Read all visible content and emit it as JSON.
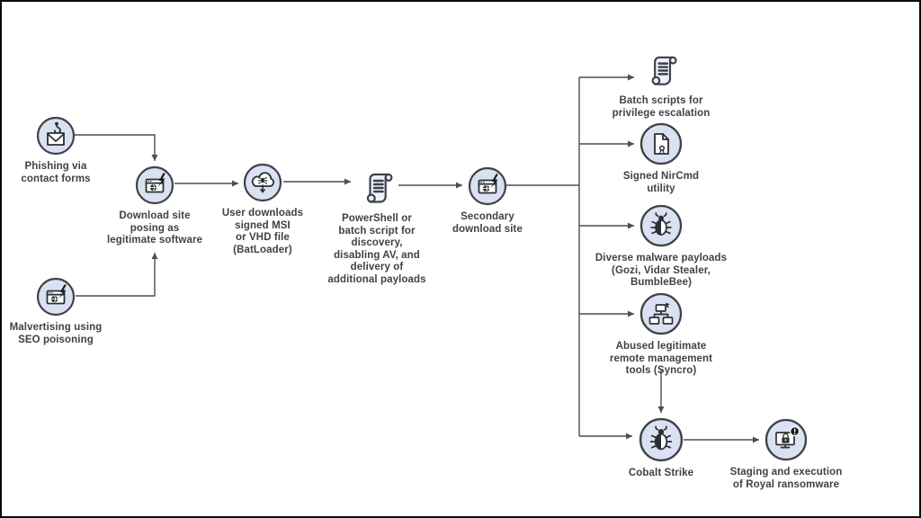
{
  "diagram_type": "attack-chain-flow",
  "colors": {
    "background": "#ffffff",
    "node_fill": "#d9e1f2",
    "node_stroke": "#3f4245",
    "icon_ink": "#2c2e33",
    "connector": "#4c4e53",
    "text": "#3f4247",
    "alert_badge": "#1a1a1a"
  },
  "nodes": [
    {
      "id": "phishing",
      "icon": "envelope-hook-icon",
      "label": "Phishing via\ncontact forms"
    },
    {
      "id": "malvertising",
      "icon": "browser-bolt-icon",
      "label": "Malvertising using\nSEO poisoning"
    },
    {
      "id": "download-site",
      "icon": "browser-bolt-icon",
      "label": "Download site\nposing as\nlegitimate software"
    },
    {
      "id": "batloader",
      "icon": "cloud-download-bug-icon",
      "label": "User downloads\nsigned MSI\nor VHD file\n(BatLoader)"
    },
    {
      "id": "powershell-script",
      "icon": "script-scroll-icon",
      "label": "PowerShell or\nbatch script for\ndiscovery,\ndisabling AV, and\ndelivery of\nadditional payloads"
    },
    {
      "id": "secondary-download-site",
      "icon": "browser-bolt-icon",
      "label": "Secondary\ndownload site"
    },
    {
      "id": "batch-scripts",
      "icon": "script-scroll-icon",
      "label": "Batch scripts for\nprivilege escalation"
    },
    {
      "id": "nircmd",
      "icon": "signed-document-icon",
      "label": "Signed NirCmd\nutility"
    },
    {
      "id": "malware-payloads",
      "icon": "bug-icon",
      "label": "Diverse malware payloads\n(Gozi, Vidar Stealer,\nBumbleBee)"
    },
    {
      "id": "syncro",
      "icon": "remote-management-icon",
      "label": "Abused legitimate\nremote management\ntools (Syncro)"
    },
    {
      "id": "cobalt-strike",
      "icon": "bug-icon",
      "label": "Cobalt Strike"
    },
    {
      "id": "royal-ransomware",
      "icon": "locked-computer-alert-icon",
      "label": "Staging and execution\nof Royal ransomware"
    }
  ],
  "edges": [
    {
      "from": "phishing",
      "to": "download-site"
    },
    {
      "from": "malvertising",
      "to": "download-site"
    },
    {
      "from": "download-site",
      "to": "batloader"
    },
    {
      "from": "batloader",
      "to": "powershell-script"
    },
    {
      "from": "powershell-script",
      "to": "secondary-download-site"
    },
    {
      "from": "secondary-download-site",
      "to": "batch-scripts"
    },
    {
      "from": "secondary-download-site",
      "to": "nircmd"
    },
    {
      "from": "secondary-download-site",
      "to": "malware-payloads"
    },
    {
      "from": "secondary-download-site",
      "to": "syncro"
    },
    {
      "from": "secondary-download-site",
      "to": "cobalt-strike"
    },
    {
      "from": "syncro",
      "to": "cobalt-strike"
    },
    {
      "from": "cobalt-strike",
      "to": "royal-ransomware"
    }
  ]
}
